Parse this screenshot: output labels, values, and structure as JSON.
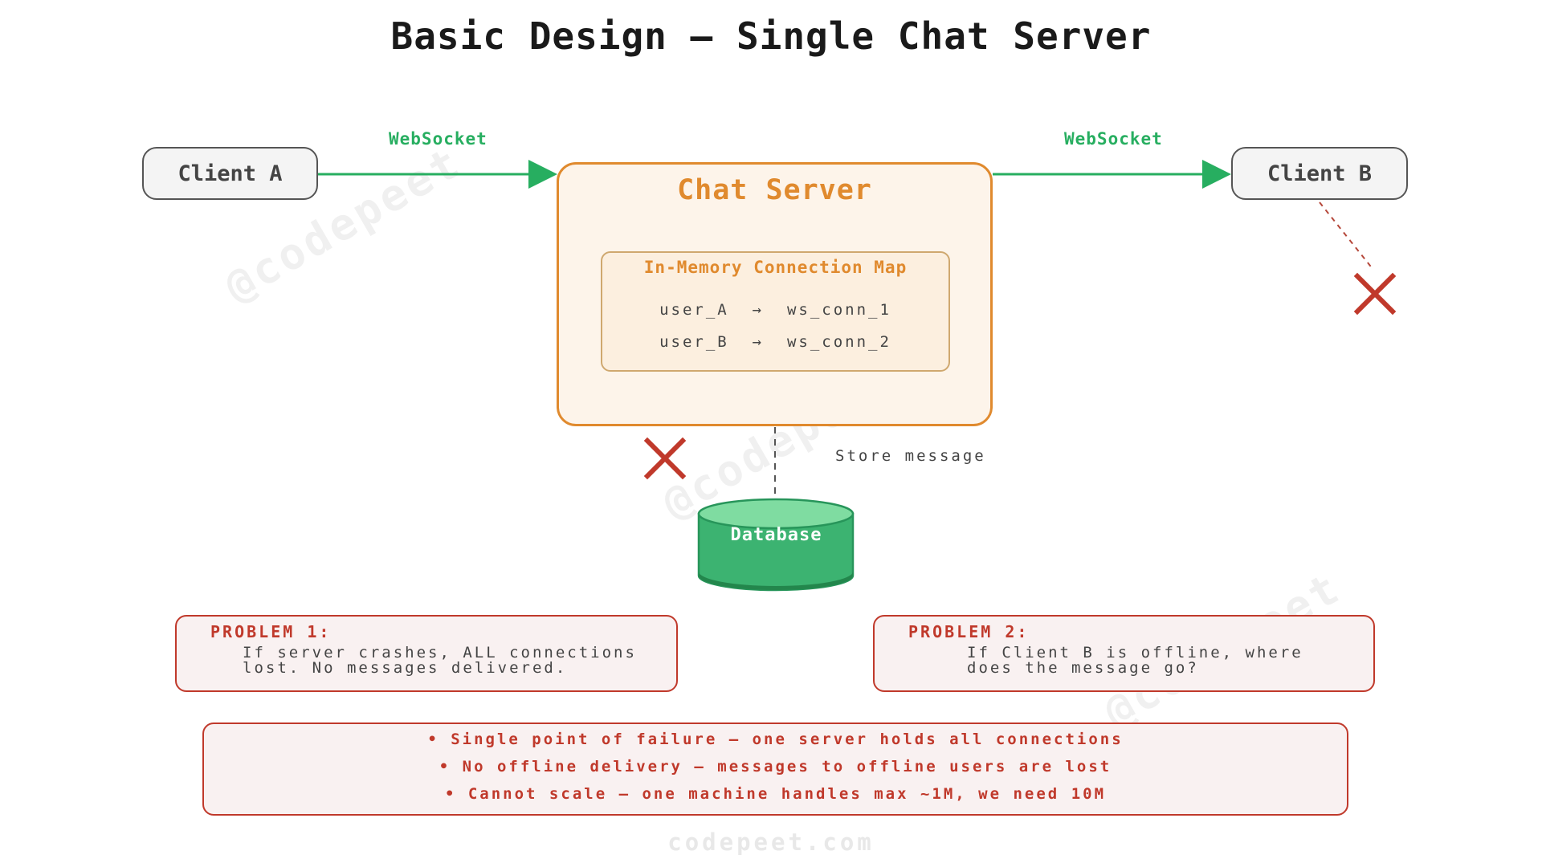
{
  "title": "Basic Design — Single Chat Server",
  "watermark": "@codepeet",
  "clients": {
    "a": "Client A",
    "b": "Client B"
  },
  "connections": {
    "left_label": "WebSocket",
    "right_label": "WebSocket"
  },
  "server": {
    "title": "Chat Server",
    "map_title": "In-Memory Connection Map",
    "map_rows": [
      {
        "user": "user_A",
        "arrow": "→",
        "conn": "ws_conn_1"
      },
      {
        "user": "user_B",
        "arrow": "→",
        "conn": "ws_conn_2"
      }
    ]
  },
  "database": {
    "label": "Database",
    "store_label": "Store message"
  },
  "problems": [
    {
      "title": "PROBLEM 1:",
      "body": "If server crashes, ALL connections\nlost. No messages delivered."
    },
    {
      "title": "PROBLEM 2:",
      "body": "If Client B is offline, where\ndoes the message go?"
    }
  ],
  "summary": [
    "• Single point of failure — one server holds all connections",
    "• No offline delivery — messages to offline users are lost",
    "• Cannot scale — one machine handles max ~1M, we need 10M"
  ],
  "footer": "codepeet.com",
  "colors": {
    "websocket": "#27ae60",
    "server": "#e08a2e",
    "problem": "#c0392b",
    "database": "#3cb371"
  }
}
